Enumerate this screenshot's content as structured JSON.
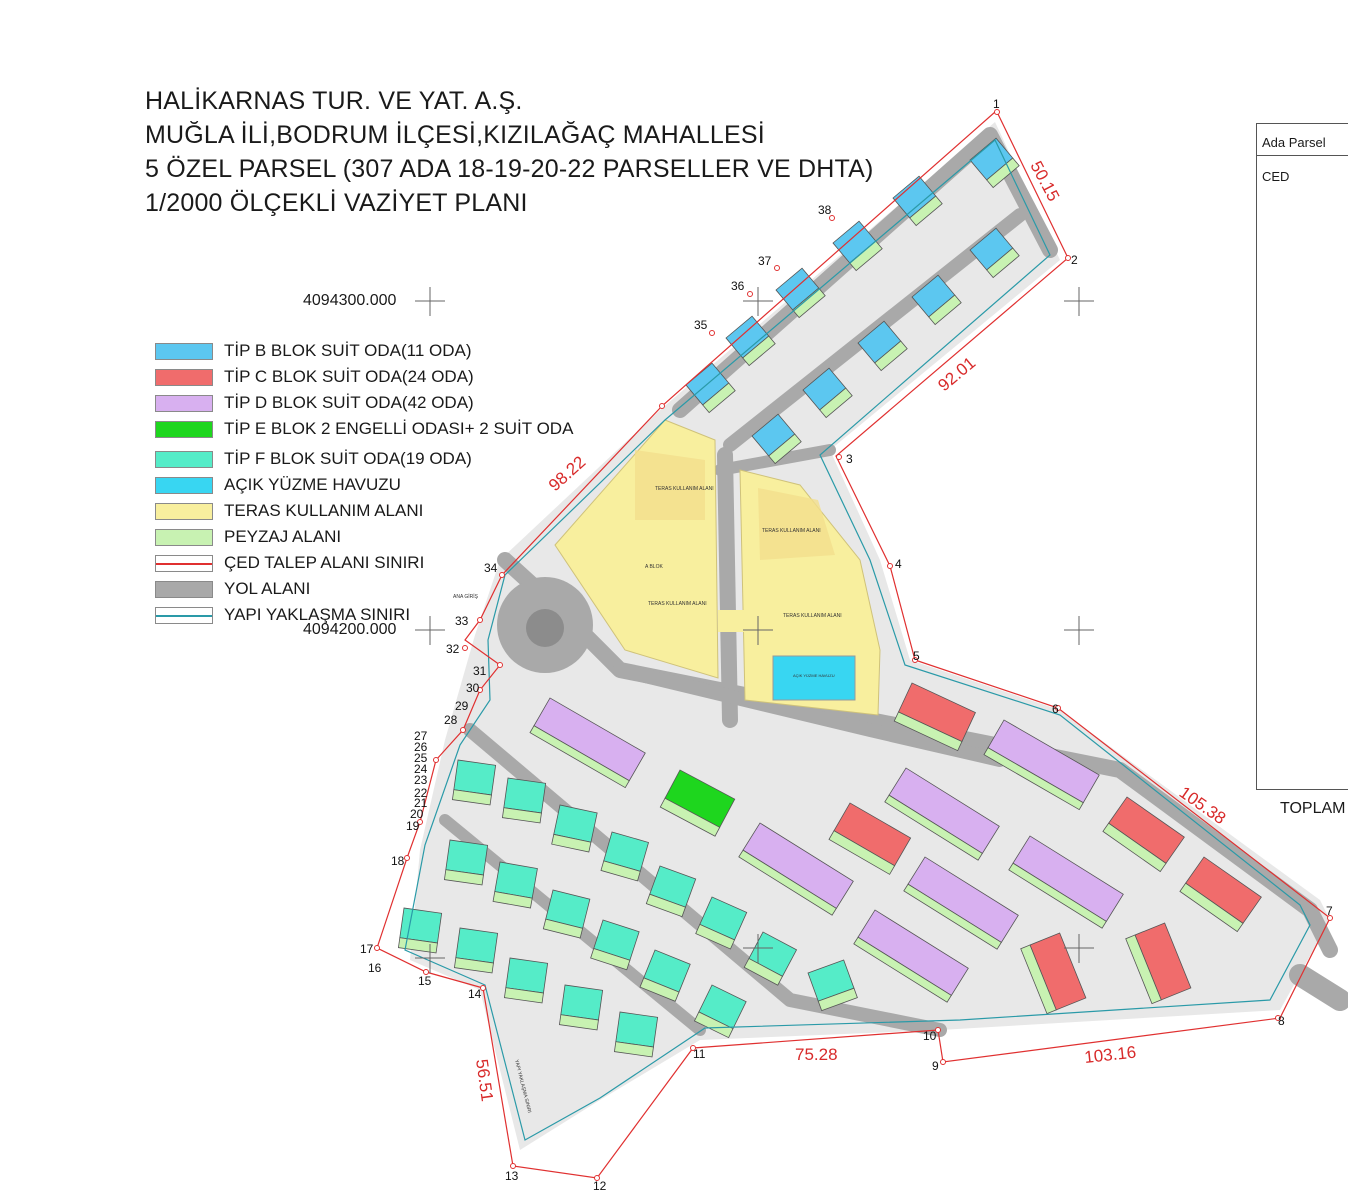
{
  "title": {
    "lines": [
      "HALİKARNAS TUR. VE YAT. A.Ş.",
      "MUĞLA İLİ,BODRUM İLÇESİ,KIZILAĞAÇ MAHALLESİ",
      "5 ÖZEL PARSEL (307 ADA 18-19-20-22 PARSELLER VE DHTA)",
      "1/2000 ÖLÇEKLİ VAZİYET PLANI"
    ]
  },
  "legend": [
    {
      "label": "TİP B BLOK SUİT ODA(11 ODA)",
      "color": "#5cc7f0",
      "kind": "fill"
    },
    {
      "label": "TİP C BLOK SUİT ODA(24 ODA)",
      "color": "#f06c6c",
      "kind": "fill"
    },
    {
      "label": "TİP D BLOK SUİT ODA(42 ODA)",
      "color": "#d8b0f0",
      "kind": "fill"
    },
    {
      "label": "TİP E BLOK 2 ENGELLİ ODASI+ 2 SUİT ODA",
      "color": "#1ed61e",
      "kind": "fill"
    },
    {
      "label": "TİP F BLOK SUİT ODA(19 ODA)",
      "color": "#55ecc8",
      "kind": "fill"
    },
    {
      "label": "AÇIK YÜZME HAVUZU",
      "color": "#38d6f2",
      "kind": "fill"
    },
    {
      "label": "TERAS KULLANIM ALANI",
      "color": "#f8ef9e",
      "kind": "fill"
    },
    {
      "label": "PEYZAJ ALANI",
      "color": "#c8f2b2",
      "kind": "fill"
    },
    {
      "label": "ÇED TALEP ALANI SINIRI",
      "color": "#e03030",
      "kind": "line"
    },
    {
      "label": "YOL ALANI",
      "color": "#a9a9a9",
      "kind": "fill"
    },
    {
      "label": "YAPI YAKLAŞMA SINIRI",
      "color": "#2a9aa8",
      "kind": "line"
    }
  ],
  "coords": [
    "4094300.000",
    "4094200.000"
  ],
  "dimensions": [
    "50.15",
    "92.01",
    "98.22",
    "105.38",
    "75.28",
    "103.16",
    "56.51"
  ],
  "points": [
    "1",
    "2",
    "3",
    "4",
    "5",
    "6",
    "7",
    "8",
    "9",
    "10",
    "11",
    "12",
    "13",
    "14",
    "15",
    "16",
    "17",
    "18",
    "19",
    "20",
    "21",
    "22",
    "23",
    "24",
    "25",
    "26",
    "27",
    "28",
    "29",
    "30",
    "31",
    "32",
    "33",
    "34",
    "35",
    "36",
    "37",
    "38"
  ],
  "map_labels": {
    "entrance": "ANA GİRİŞ",
    "setback": "YAPI YAKLAŞMA SINIRI",
    "terrace": "TERAS KULLANIM ALANI",
    "block_a": "A BLOK",
    "pool": "AÇIK YÜZME HAVUZU"
  },
  "table": {
    "header": "Ada  Parsel",
    "row1": "CED",
    "total": "TOPLAM"
  },
  "colors": {
    "boundary": "#e03030",
    "setback": "#2a9aa8",
    "road": "#a9a9a9"
  }
}
